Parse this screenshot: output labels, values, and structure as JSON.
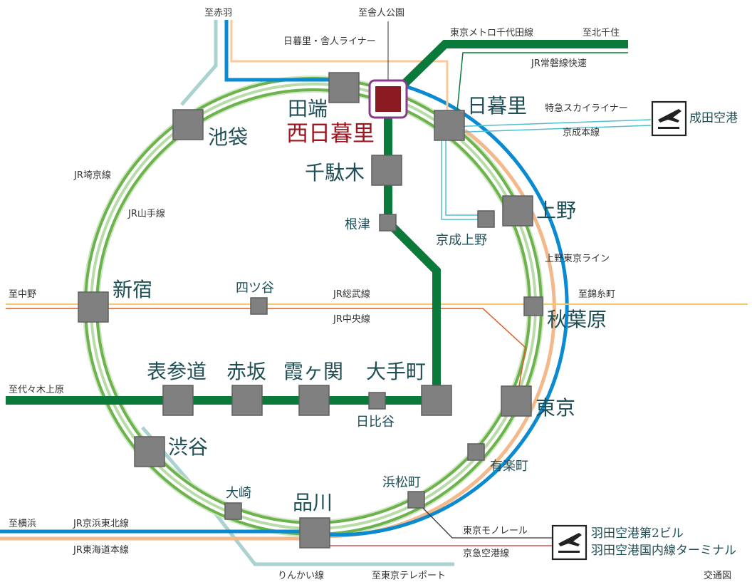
{
  "caption": "交通図",
  "colors": {
    "yamanote_green": "#6db34d",
    "metro_chiyoda": "#0a7a3a",
    "keihin_tohoku": "#0a8ad0",
    "tokaido": "#f4b98a",
    "saikyo_rinkai": "#a9d2d0",
    "sobu": "#f4c56a",
    "chuo": "#e05a1e",
    "nippori_toneri": "#f8c99a",
    "keisei": "#4dbfd0",
    "station_gray": "#808080",
    "highlight_station": "#8b1a22",
    "highlight_ring": "#8a3a8c"
  },
  "stations": {
    "nishi_nippori": "西日暮里",
    "tabata": "田端",
    "nippori": "日暮里",
    "ikebukuro": "池袋",
    "sendagi": "千駄木",
    "nezu": "根津",
    "ueno": "上野",
    "keisei_ueno": "京成上野",
    "shinjuku": "新宿",
    "yotsuya": "四ツ谷",
    "akihabara": "秋葉原",
    "omotesando": "表参道",
    "akasaka": "赤坂",
    "kasumigaseki": "霞ヶ関",
    "otemachi": "大手町",
    "hibiya": "日比谷",
    "tokyo": "東京",
    "shibuya": "渋谷",
    "yurakucho": "有楽町",
    "hamamatsucho": "浜松町",
    "osaki": "大崎",
    "shinagawa": "品川"
  },
  "lines": {
    "nippori_toneri_liner": "日暮里・舎人ライナー",
    "metro_chiyoda": "東京メトロ千代田線",
    "joban_rapid": "JR常磐線快速",
    "skyliner": "特急スカイライナー",
    "keisei_main": "京成本線",
    "saikyo": "JR埼京線",
    "yamanote": "JR山手線",
    "ueno_tokyo": "上野東京ライン",
    "sobu": "JR総武線",
    "chuo": "JR中央線",
    "tokyo_monorail": "東京モノレール",
    "keikyu_airport": "京急空港線",
    "keihin_tohoku": "JR京浜東北線",
    "tokaido": "JR東海道本線",
    "rinkai": "りんかい線"
  },
  "directions": {
    "akabane": "至赤羽",
    "toneri_koen": "至舎人公園",
    "kita_senju": "至北千住",
    "nakano": "至中野",
    "kinshicho": "至錦糸町",
    "yoyogi_uehara": "至代々木上原",
    "yokohama": "至横浜",
    "tokyo_teleport": "至東京テレポート"
  },
  "airports": {
    "narita": "成田空港",
    "haneda_t2": "羽田空港第2ビル",
    "haneda_domestic": "羽田空港国内線ターミナル"
  },
  "icons": {
    "airport": "airplane-departure-icon"
  }
}
